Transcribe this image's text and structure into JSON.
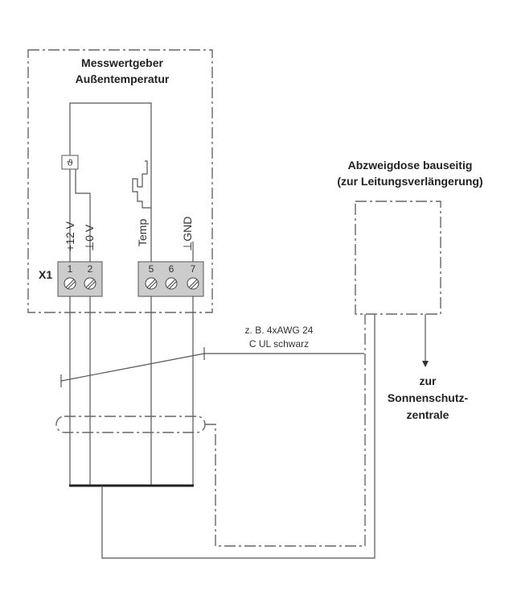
{
  "sensor": {
    "title_line1": "Messwertgeber",
    "title_line2": "Außentemperatur",
    "sensor_symbol": "ϑ",
    "terminal_block_label": "X1",
    "terminals": [
      "1",
      "2",
      "5",
      "6",
      "7"
    ],
    "signals": {
      "plus12v": "+12 V",
      "zero_v": "⊥0 V",
      "temp": "Temp",
      "gnd": "⊥GND"
    }
  },
  "junction_box": {
    "title_line1": "Abzweigdose bauseitig",
    "title_line2": "(zur Leitungsverlängerung)"
  },
  "cable": {
    "label_line1": "z. B. 4xAWG 24",
    "label_line2": "C UL schwarz"
  },
  "destination": {
    "line1": "zur",
    "line2": "Sonnenschutz-",
    "line3": "zentrale"
  }
}
